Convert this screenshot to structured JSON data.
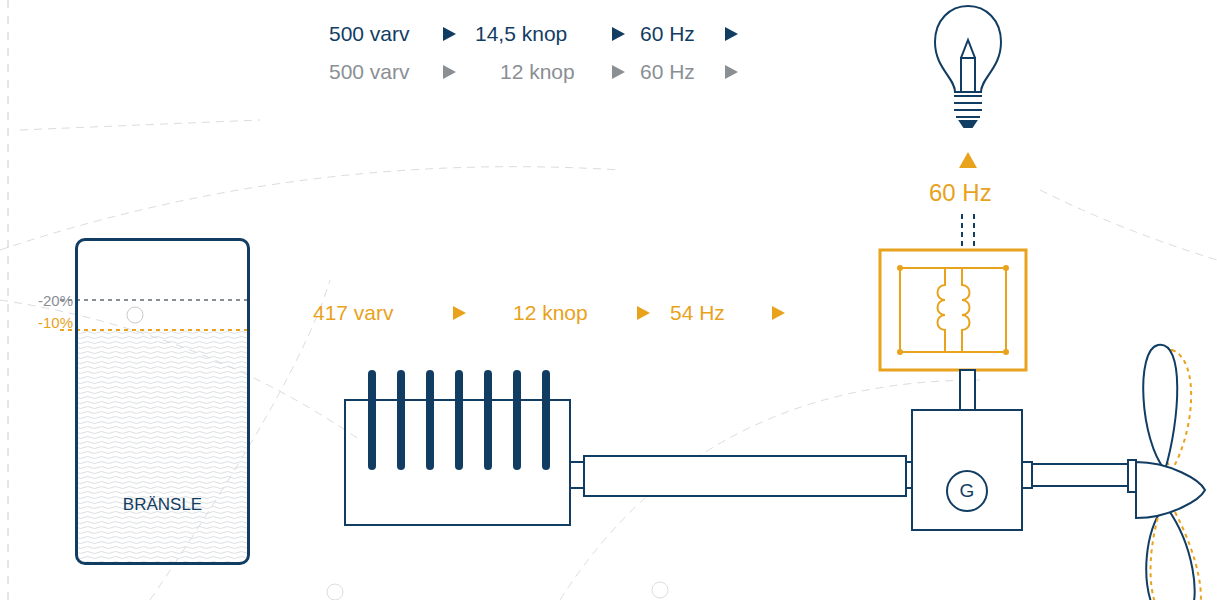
{
  "diagram": {
    "nodes": [
      {
        "text": [
          "BRÄNSLE"
        ]
      },
      {
        "text": [
          "G"
        ]
      }
    ],
    "labels": [
      "500 varv",
      "14,5 knop",
      "60 Hz",
      "500 varv",
      "12 knop",
      "60 Hz",
      "417 varv",
      "12 knop",
      "54 Hz",
      "60 Hz",
      "-20%",
      "-10%"
    ]
  }
}
